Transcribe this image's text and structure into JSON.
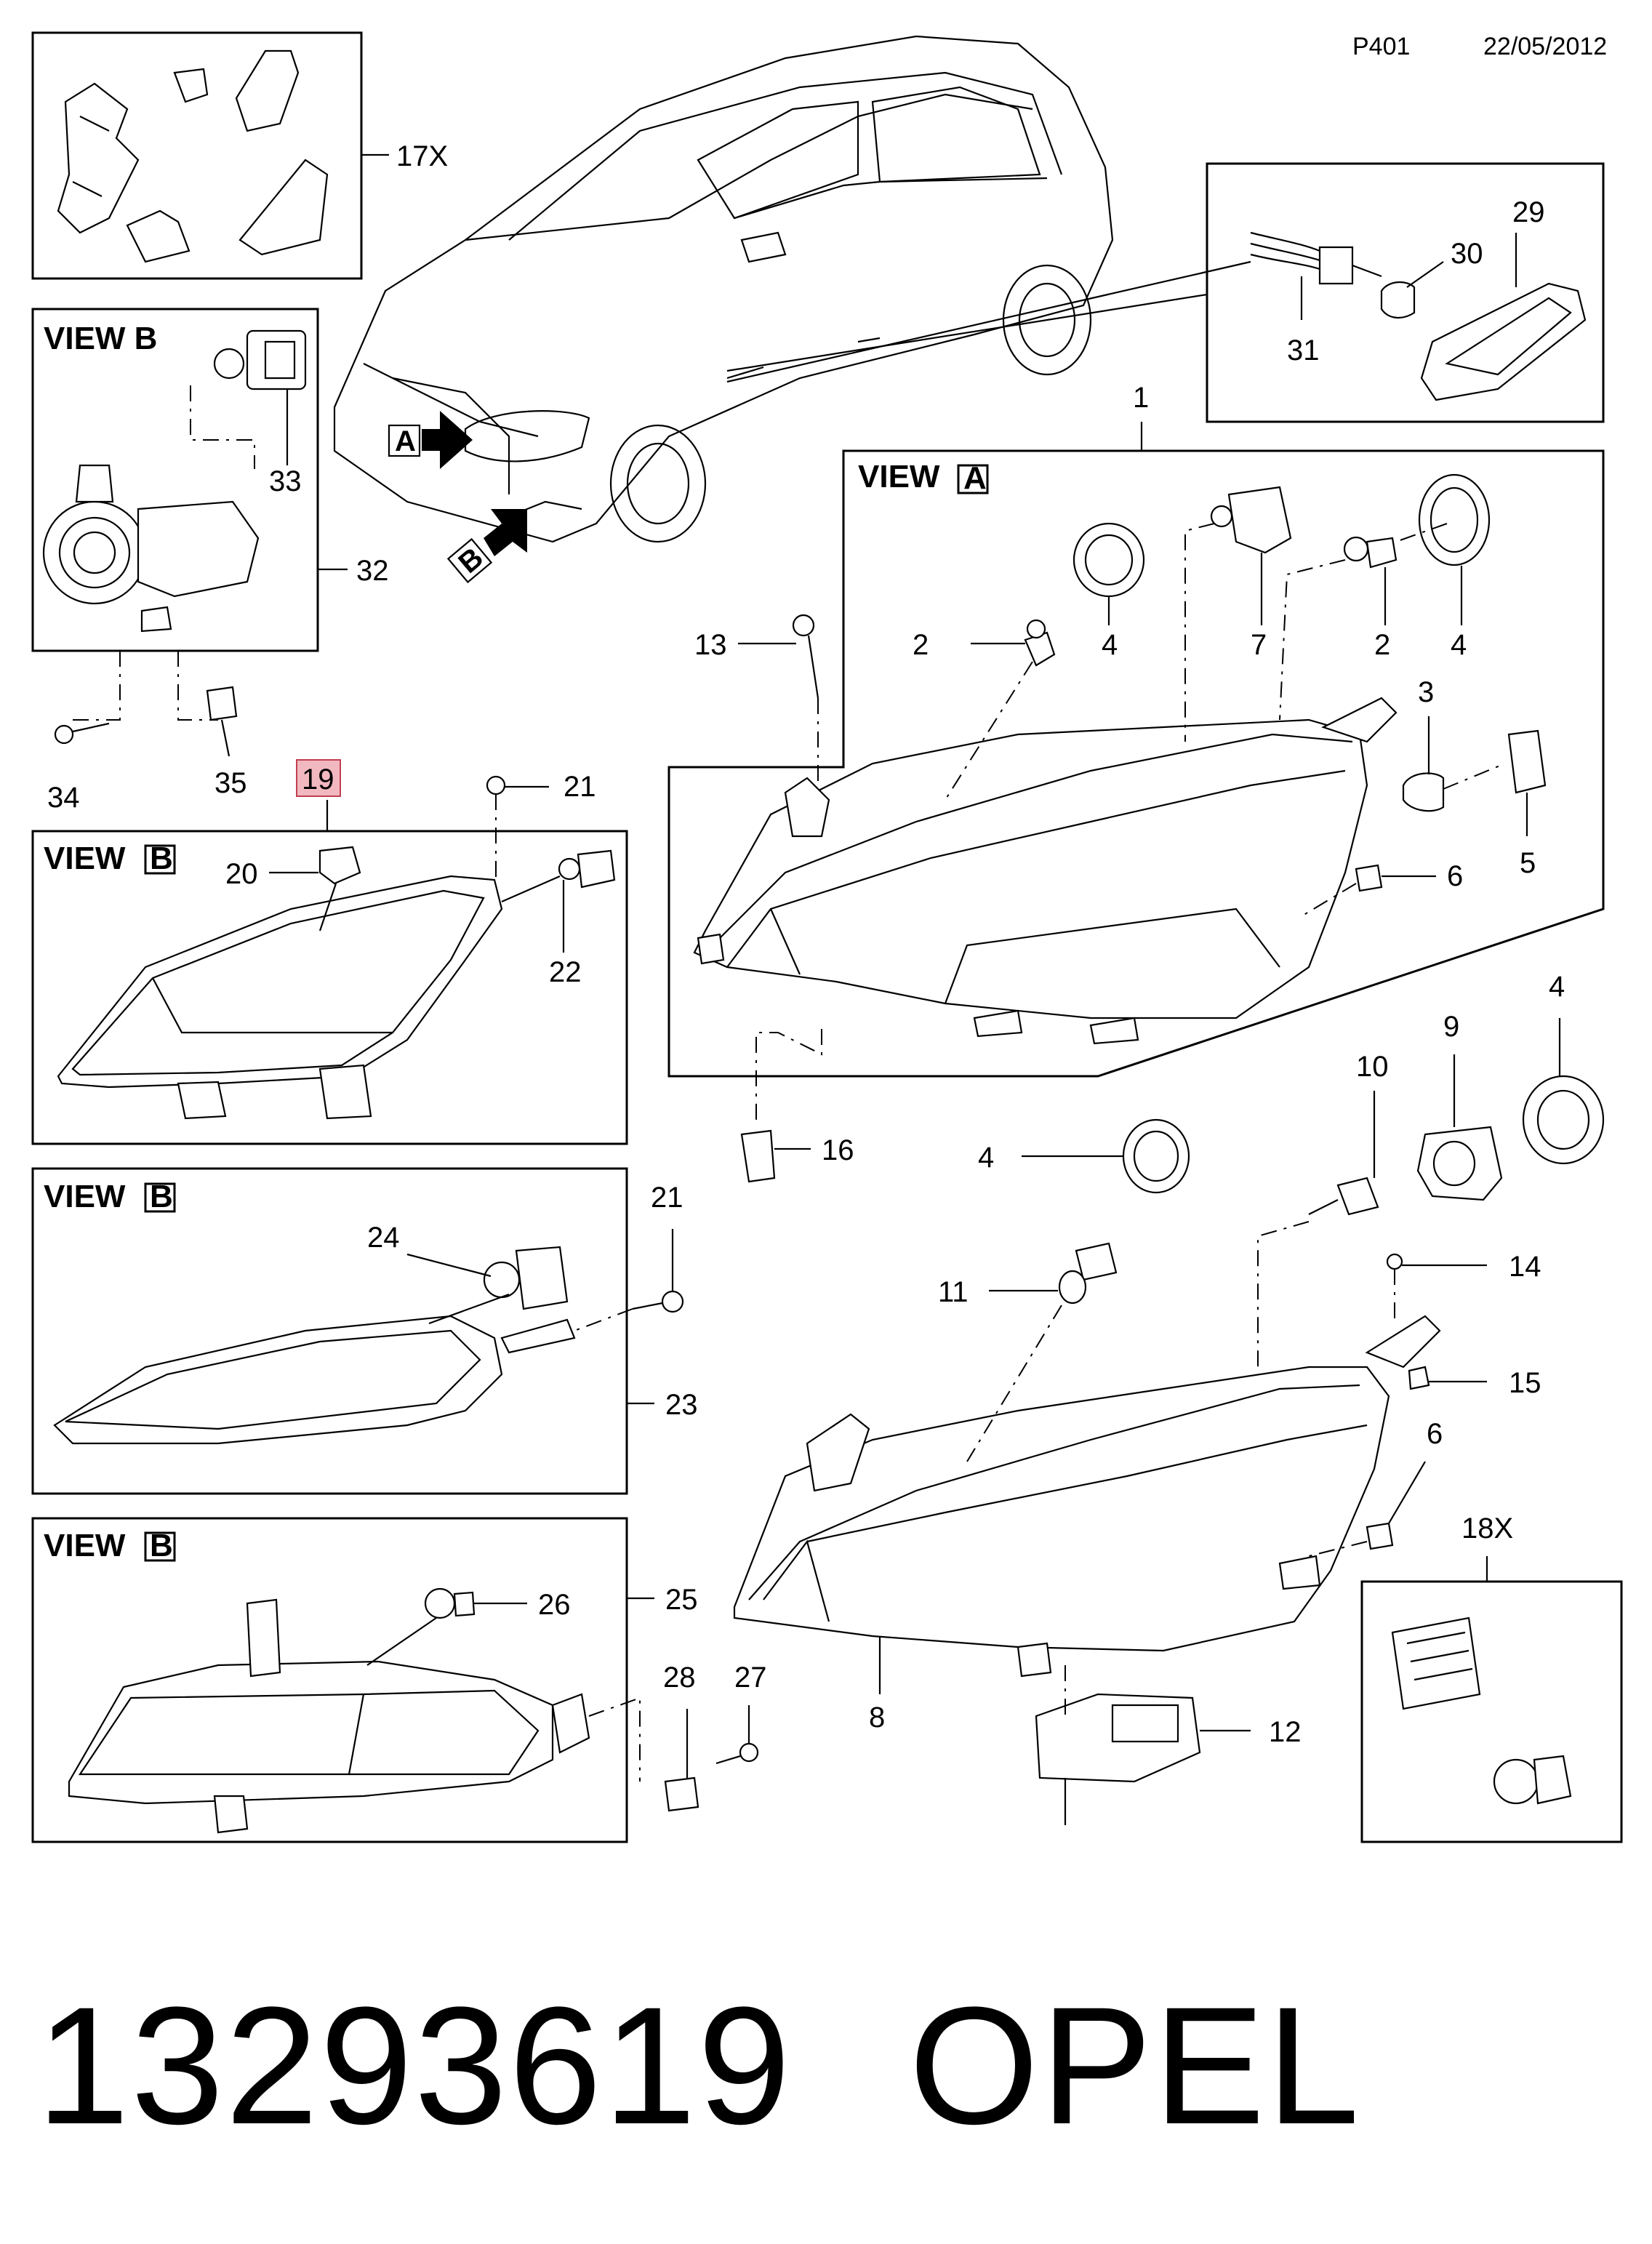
{
  "header": {
    "page_code": "P401",
    "date": "22/05/2012"
  },
  "footer": {
    "part_number": "13293619",
    "brand": "OPEL"
  },
  "views": {
    "view_b_top": "VIEW B",
    "view_a": "VIEW",
    "view_a_letter": "A",
    "view_b_side": "VIEW",
    "view_b_side_letter": "B"
  },
  "arrows": {
    "a": "A",
    "b": "B"
  },
  "highlight_color": "#f2b8c0",
  "callouts": {
    "p1": "1",
    "p2a": "2",
    "p2b": "2",
    "p3": "3",
    "p4a": "4",
    "p4b": "4",
    "p4c": "4",
    "p4d": "4",
    "p5": "5",
    "p6a": "6",
    "p6b": "6",
    "p7": "7",
    "p8": "8",
    "p9": "9",
    "p10": "10",
    "p11": "11",
    "p12": "12",
    "p13": "13",
    "p14": "14",
    "p15": "15",
    "p16": "16",
    "p17": "17X",
    "p18": "18X",
    "p19": "19",
    "p20": "20",
    "p21a": "21",
    "p21b": "21",
    "p22": "22",
    "p23": "23",
    "p24": "24",
    "p25": "25",
    "p26": "26",
    "p27": "27",
    "p28": "28",
    "p29": "29",
    "p30": "30",
    "p31": "31",
    "p32": "32",
    "p33": "33",
    "p34": "34",
    "p35": "35"
  }
}
